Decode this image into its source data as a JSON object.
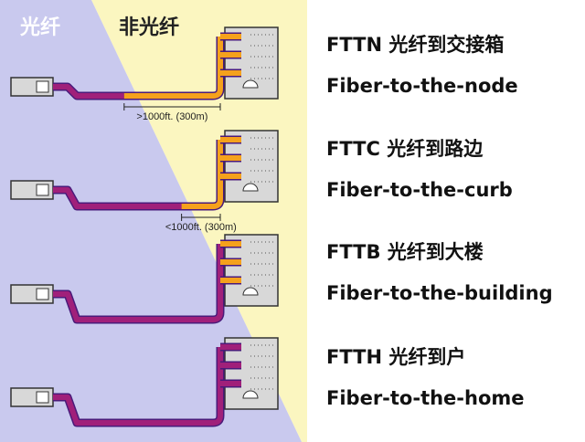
{
  "zones": {
    "fiber_label": "光纤",
    "non_fiber_label": "非光纤"
  },
  "colors": {
    "fiber_zone": "#c9c9ee",
    "non_fiber_zone": "#fbf6c0",
    "fiber_cable": "#a0207a",
    "copper_cable": "#f5a11c",
    "cable_outline": "#4a1a7a",
    "building_fill": "#d8d8d8"
  },
  "rows": [
    {
      "id": "fttn",
      "title": "FTTN 光纤到交接箱",
      "subtitle": "Fiber-to-the-node",
      "distance_label": ">1000ft. (300m)",
      "transition_fraction": 0.33
    },
    {
      "id": "fttc",
      "title": "FTTC 光纤到路边",
      "subtitle": "Fiber-to-the-curb",
      "distance_label": "<1000ft. (300m)",
      "transition_fraction": 0.73
    },
    {
      "id": "fttb",
      "title": "FTTB 光纤到大楼",
      "subtitle": "Fiber-to-the-building",
      "distance_label": "",
      "transition_fraction": 1.0
    },
    {
      "id": "ftth",
      "title": "FTTH 光纤到户",
      "subtitle": "Fiber-to-the-home",
      "distance_label": "",
      "transition_fraction": 1.15
    }
  ]
}
